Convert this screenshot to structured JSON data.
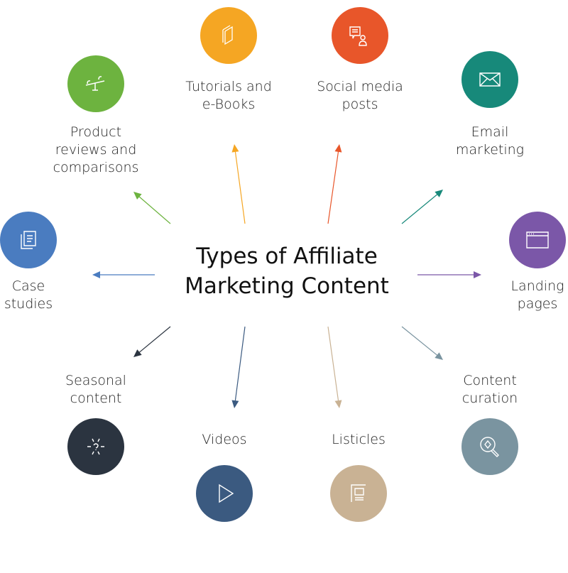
{
  "title": [
    "Types of Affiliate",
    "Marketing Content"
  ],
  "items": {
    "product": {
      "lines": [
        "Product",
        "reviews and",
        "comparisons"
      ],
      "color": "#6db33f",
      "icon": "seesaw-icon"
    },
    "tutorials": {
      "lines": [
        "Tutorials and",
        "e-Books"
      ],
      "color": "#f5a623",
      "icon": "book-icon"
    },
    "social": {
      "lines": [
        "Social media",
        "posts"
      ],
      "color": "#e8562a",
      "icon": "chat-person-icon"
    },
    "email": {
      "lines": [
        "Email",
        "marketing"
      ],
      "color": "#17897a",
      "icon": "envelope-icon"
    },
    "case": {
      "lines": [
        "Case",
        "studies"
      ],
      "color": "#4a7cc0",
      "icon": "documents-icon"
    },
    "landing": {
      "lines": [
        "Landing",
        "pages"
      ],
      "color": "#7b57a8",
      "icon": "browser-window-icon"
    },
    "seasonal": {
      "lines": [
        "Seasonal",
        "content"
      ],
      "color": "#2b3440",
      "icon": "sun-icon"
    },
    "videos": {
      "lines": [
        "Videos"
      ],
      "color": "#3b5a80",
      "icon": "play-icon"
    },
    "listicles": {
      "lines": [
        "Listicles"
      ],
      "color": "#c9b294",
      "icon": "list-page-icon"
    },
    "curation": {
      "lines": [
        "Content",
        "curation"
      ],
      "color": "#7a94a0",
      "icon": "magnifier-icon"
    }
  }
}
